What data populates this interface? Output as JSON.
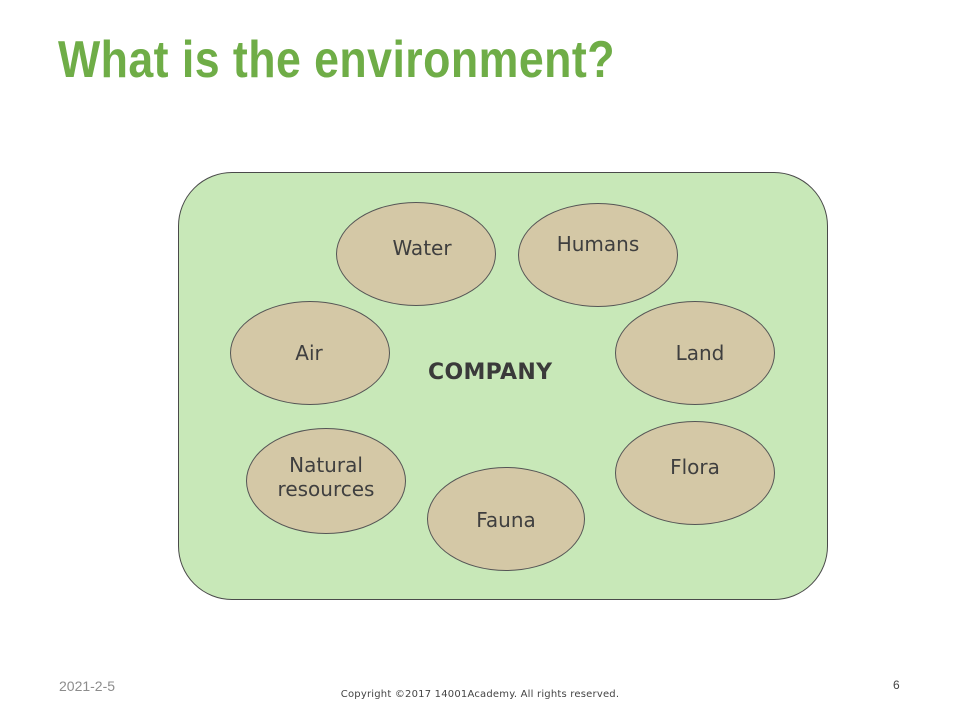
{
  "slide": {
    "title": "What is the environment?",
    "center_label": "COMPANY",
    "elements": {
      "water": "Water",
      "humans": "Humans",
      "air": "Air",
      "land": "Land",
      "natural_line1": "Natural",
      "natural_line2": "resources",
      "fauna": "Fauna",
      "flora": "Flora"
    }
  },
  "footer": {
    "date": "2021-2-5",
    "copyright": "Copyright ©2017 14001Academy. All rights reserved.",
    "page_number": "6"
  },
  "colors": {
    "title_green": "#6fad47",
    "panel_fill": "#c8e8b8",
    "ellipse_fill": "#d4c8a6"
  }
}
